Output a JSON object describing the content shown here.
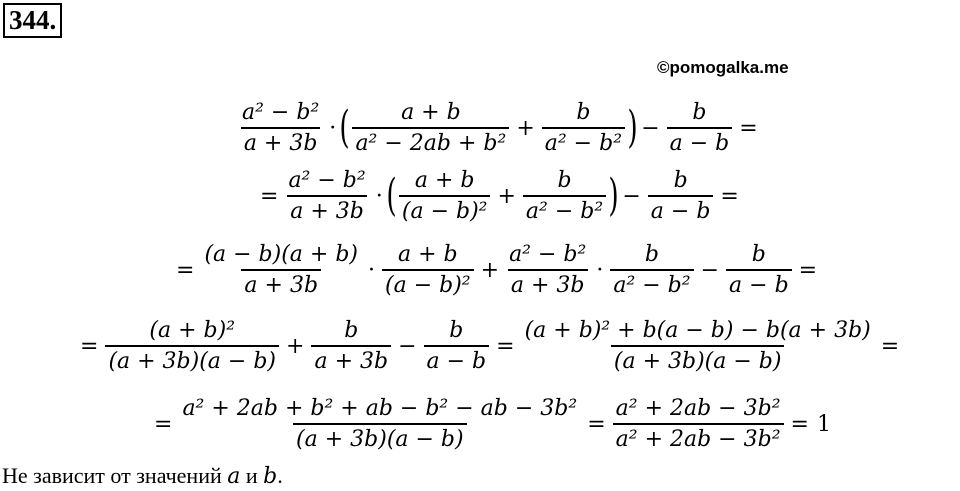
{
  "problem": {
    "number": "344."
  },
  "watermark": "©pomogalka.me",
  "eq1": {
    "f1n": "a² − b²",
    "f1d": "a + 3b",
    "dot": "·",
    "lp": "(",
    "f2n": "a + b",
    "f2d": "a² − 2ab + b²",
    "plus": "+",
    "f3n": "b",
    "f3d": "a² − b²",
    "rp": ")",
    "minus": "−",
    "f4n": "b",
    "f4d": "a − b",
    "eq": "="
  },
  "eq2": {
    "lead": "=",
    "f1n": "a² − b²",
    "f1d": "a + 3b",
    "dot": "·",
    "lp": "(",
    "f2n": "a + b",
    "f2d": "(a − b)²",
    "plus": "+",
    "f3n": "b",
    "f3d": "a² − b²",
    "rp": ")",
    "minus": "−",
    "f4n": "b",
    "f4d": "a − b",
    "eq": "="
  },
  "eq3": {
    "lead": "=",
    "f1n": "(a − b)(a + b)",
    "f1d": "a + 3b",
    "dot1": "·",
    "f2n": "a + b",
    "f2d": "(a − b)²",
    "plus": "+",
    "f3n": "a² − b²",
    "f3d": "a + 3b",
    "dot2": "·",
    "f4n": "b",
    "f4d": "a² − b²",
    "minus": "−",
    "f5n": "b",
    "f5d": "a − b",
    "eq": "="
  },
  "eq4": {
    "lead": "=",
    "f1n": "(a + b)²",
    "f1d": "(a + 3b)(a − b)",
    "plus": "+",
    "f2n": "b",
    "f2d": "a + 3b",
    "minus": "−",
    "f3n": "b",
    "f3d": "a − b",
    "eq1": "=",
    "f4n": "(a + b)² + b(a − b) − b(a + 3b)",
    "f4d": "(a + 3b)(a − b)",
    "eq2": "="
  },
  "eq5": {
    "lead": "=",
    "f1n": "a² + 2ab + b² + ab − b² − ab − 3b²",
    "f1d": "(a + 3b)(a − b)",
    "eq1": "=",
    "f2n": "a² + 2ab − 3b²",
    "f2d": "a² + 2ab − 3b²",
    "eq2": "=",
    "result": "1"
  },
  "conclusion": {
    "prefix": "Не зависит от значений ",
    "var_a": "a",
    "conj": " и ",
    "var_b": "b",
    "end": "."
  }
}
